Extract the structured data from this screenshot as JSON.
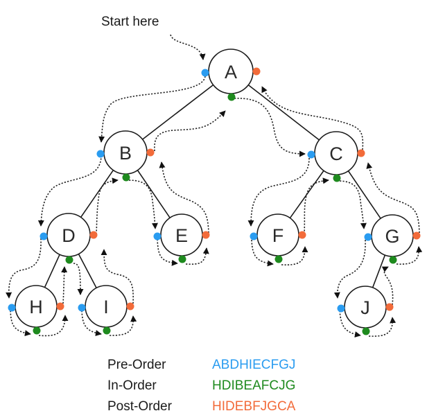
{
  "diagram": {
    "title": "Binary tree traversal",
    "start_label": "Start here",
    "colors": {
      "pre_order": "#2a9cf0",
      "in_order": "#1e8a1e",
      "post_order": "#f26b3a",
      "line": "#1a1a1a"
    },
    "nodes": [
      {
        "id": "A",
        "label": "A",
        "parent": null
      },
      {
        "id": "B",
        "label": "B",
        "parent": "A",
        "side": "left"
      },
      {
        "id": "C",
        "label": "C",
        "parent": "A",
        "side": "right"
      },
      {
        "id": "D",
        "label": "D",
        "parent": "B",
        "side": "left"
      },
      {
        "id": "E",
        "label": "E",
        "parent": "B",
        "side": "right"
      },
      {
        "id": "F",
        "label": "F",
        "parent": "C",
        "side": "left"
      },
      {
        "id": "G",
        "label": "G",
        "parent": "C",
        "side": "right"
      },
      {
        "id": "H",
        "label": "H",
        "parent": "D",
        "side": "left"
      },
      {
        "id": "I",
        "label": "I",
        "parent": "D",
        "side": "right"
      },
      {
        "id": "J",
        "label": "J",
        "parent": "G",
        "side": "left"
      }
    ],
    "legend": [
      {
        "name": "Pre-Order",
        "sequence": "ABDHIECFGJ",
        "color_key": "pre_order"
      },
      {
        "name": "In-Order",
        "sequence": "HDIBEAFCJG",
        "color_key": "in_order"
      },
      {
        "name": "Post-Order",
        "sequence": "HIDEBFJGCA",
        "color_key": "post_order"
      }
    ]
  }
}
